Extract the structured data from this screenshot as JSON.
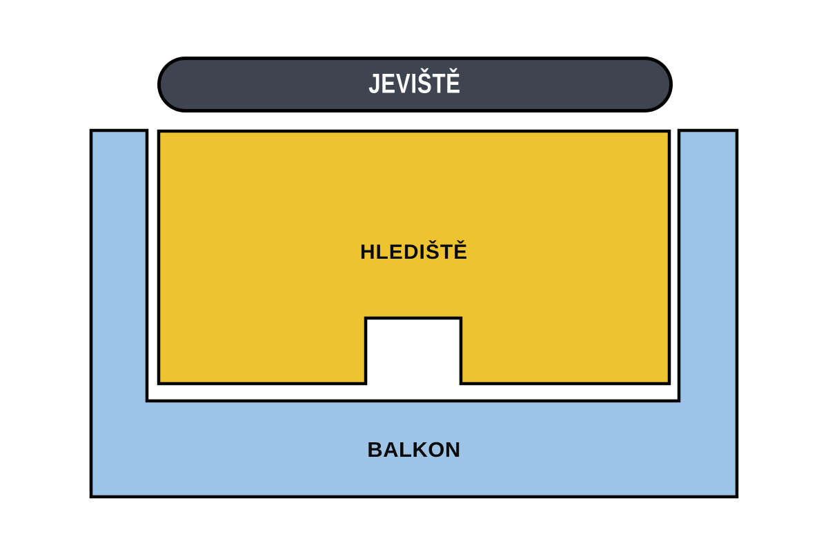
{
  "diagram": {
    "stage": {
      "label": "JEVIŠTĚ",
      "fill": "#3E4450",
      "text_color": "#FFFFFF"
    },
    "auditorium": {
      "label": "HLEDIŠTĚ",
      "fill": "#EDC32F",
      "text_color": "#000000"
    },
    "balcony": {
      "label": "BALKON",
      "fill": "#9DC3E6",
      "text_color": "#000000"
    },
    "outline_color": "#000000",
    "background_color": "#FFFFFF"
  }
}
